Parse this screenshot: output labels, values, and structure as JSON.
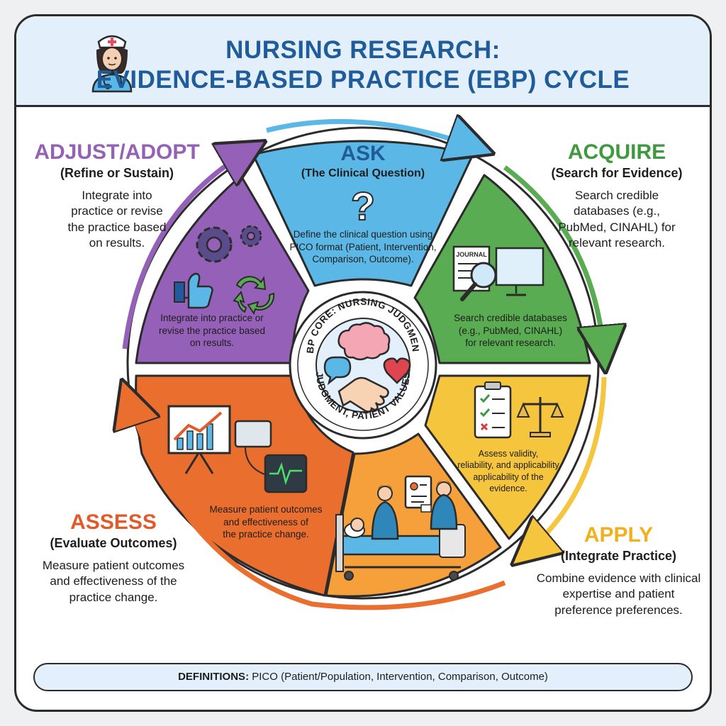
{
  "header": {
    "title_line1": "NURSING RESEARCH:",
    "title_line2": "EVIDENCE-BASED PRACTICE (EBP) CYCLE"
  },
  "colors": {
    "ask": "#5bb8e6",
    "acquire": "#5aac52",
    "apply": "#f4c53d",
    "assess": "#ea6e2e",
    "adjust": "#9561b8",
    "title": "#1f5c99"
  },
  "steps": {
    "ask": {
      "name": "ASK",
      "subtitle": "(The Clinical Question)",
      "wedge_text": [
        "Define the clinical question using",
        "PICO format (Patient, Intervention,",
        "Comparison, Outcome)."
      ],
      "icon": "question-mark-icon"
    },
    "acquire": {
      "name": "ACQUIRE",
      "subtitle": "(Search for Evidence)",
      "description": [
        "Search credible",
        "databases (e.g.,",
        "PubMed, CINAHL) for",
        "relevant research."
      ],
      "wedge_text": [
        "Search credible databases",
        "(e.g., PubMed, CINAHL)",
        "for relevant research."
      ],
      "icon": "magnifier-journal-icon",
      "journal_label": "JOURNAL"
    },
    "apply": {
      "name": "APPLY",
      "subtitle": "(Integrate Practice)",
      "description": [
        "Combine evidence with clinical",
        "expertise and patient",
        "preference preferences."
      ],
      "wedge_text": [
        "Assess validity,",
        "reliability, and applicability",
        "applicability of the",
        "evidence."
      ],
      "icon": "checklist-scale-icon"
    },
    "assess": {
      "name": "ASSESS",
      "subtitle": "(Evaluate Outcomes)",
      "description": [
        "Measure patient outcomes",
        "and effectiveness of the",
        "practice change."
      ],
      "wedge_text": [
        "Measure patient outcomes",
        "and effectiveness of",
        "the practice change."
      ],
      "icon": "chart-monitor-icon"
    },
    "adjust": {
      "name": "ADJUST/ADOPT",
      "subtitle": "(Refine or Sustain)",
      "description": [
        "Integrate into",
        "practice or revise",
        "the practice based",
        "on results."
      ],
      "wedge_text": [
        "Integrate into practice or",
        "revise the practice based",
        "on results."
      ],
      "icon": "gears-thumb-recycle-icon"
    },
    "bedside": {
      "icon": "nurses-bedside-icon"
    }
  },
  "core": {
    "text_top": "EBP CORE: NURSING JUDGMENT,",
    "text_bottom": "JUDGMENT, PATIENT VALUES",
    "icons": [
      "brain-icon",
      "speech-bubble-icon",
      "handshake-icon",
      "heart-icon"
    ]
  },
  "footer": {
    "label": "DEFINITIONS:",
    "text": " PICO (Patient/Population, Intervention, Comparison, Outcome)"
  }
}
